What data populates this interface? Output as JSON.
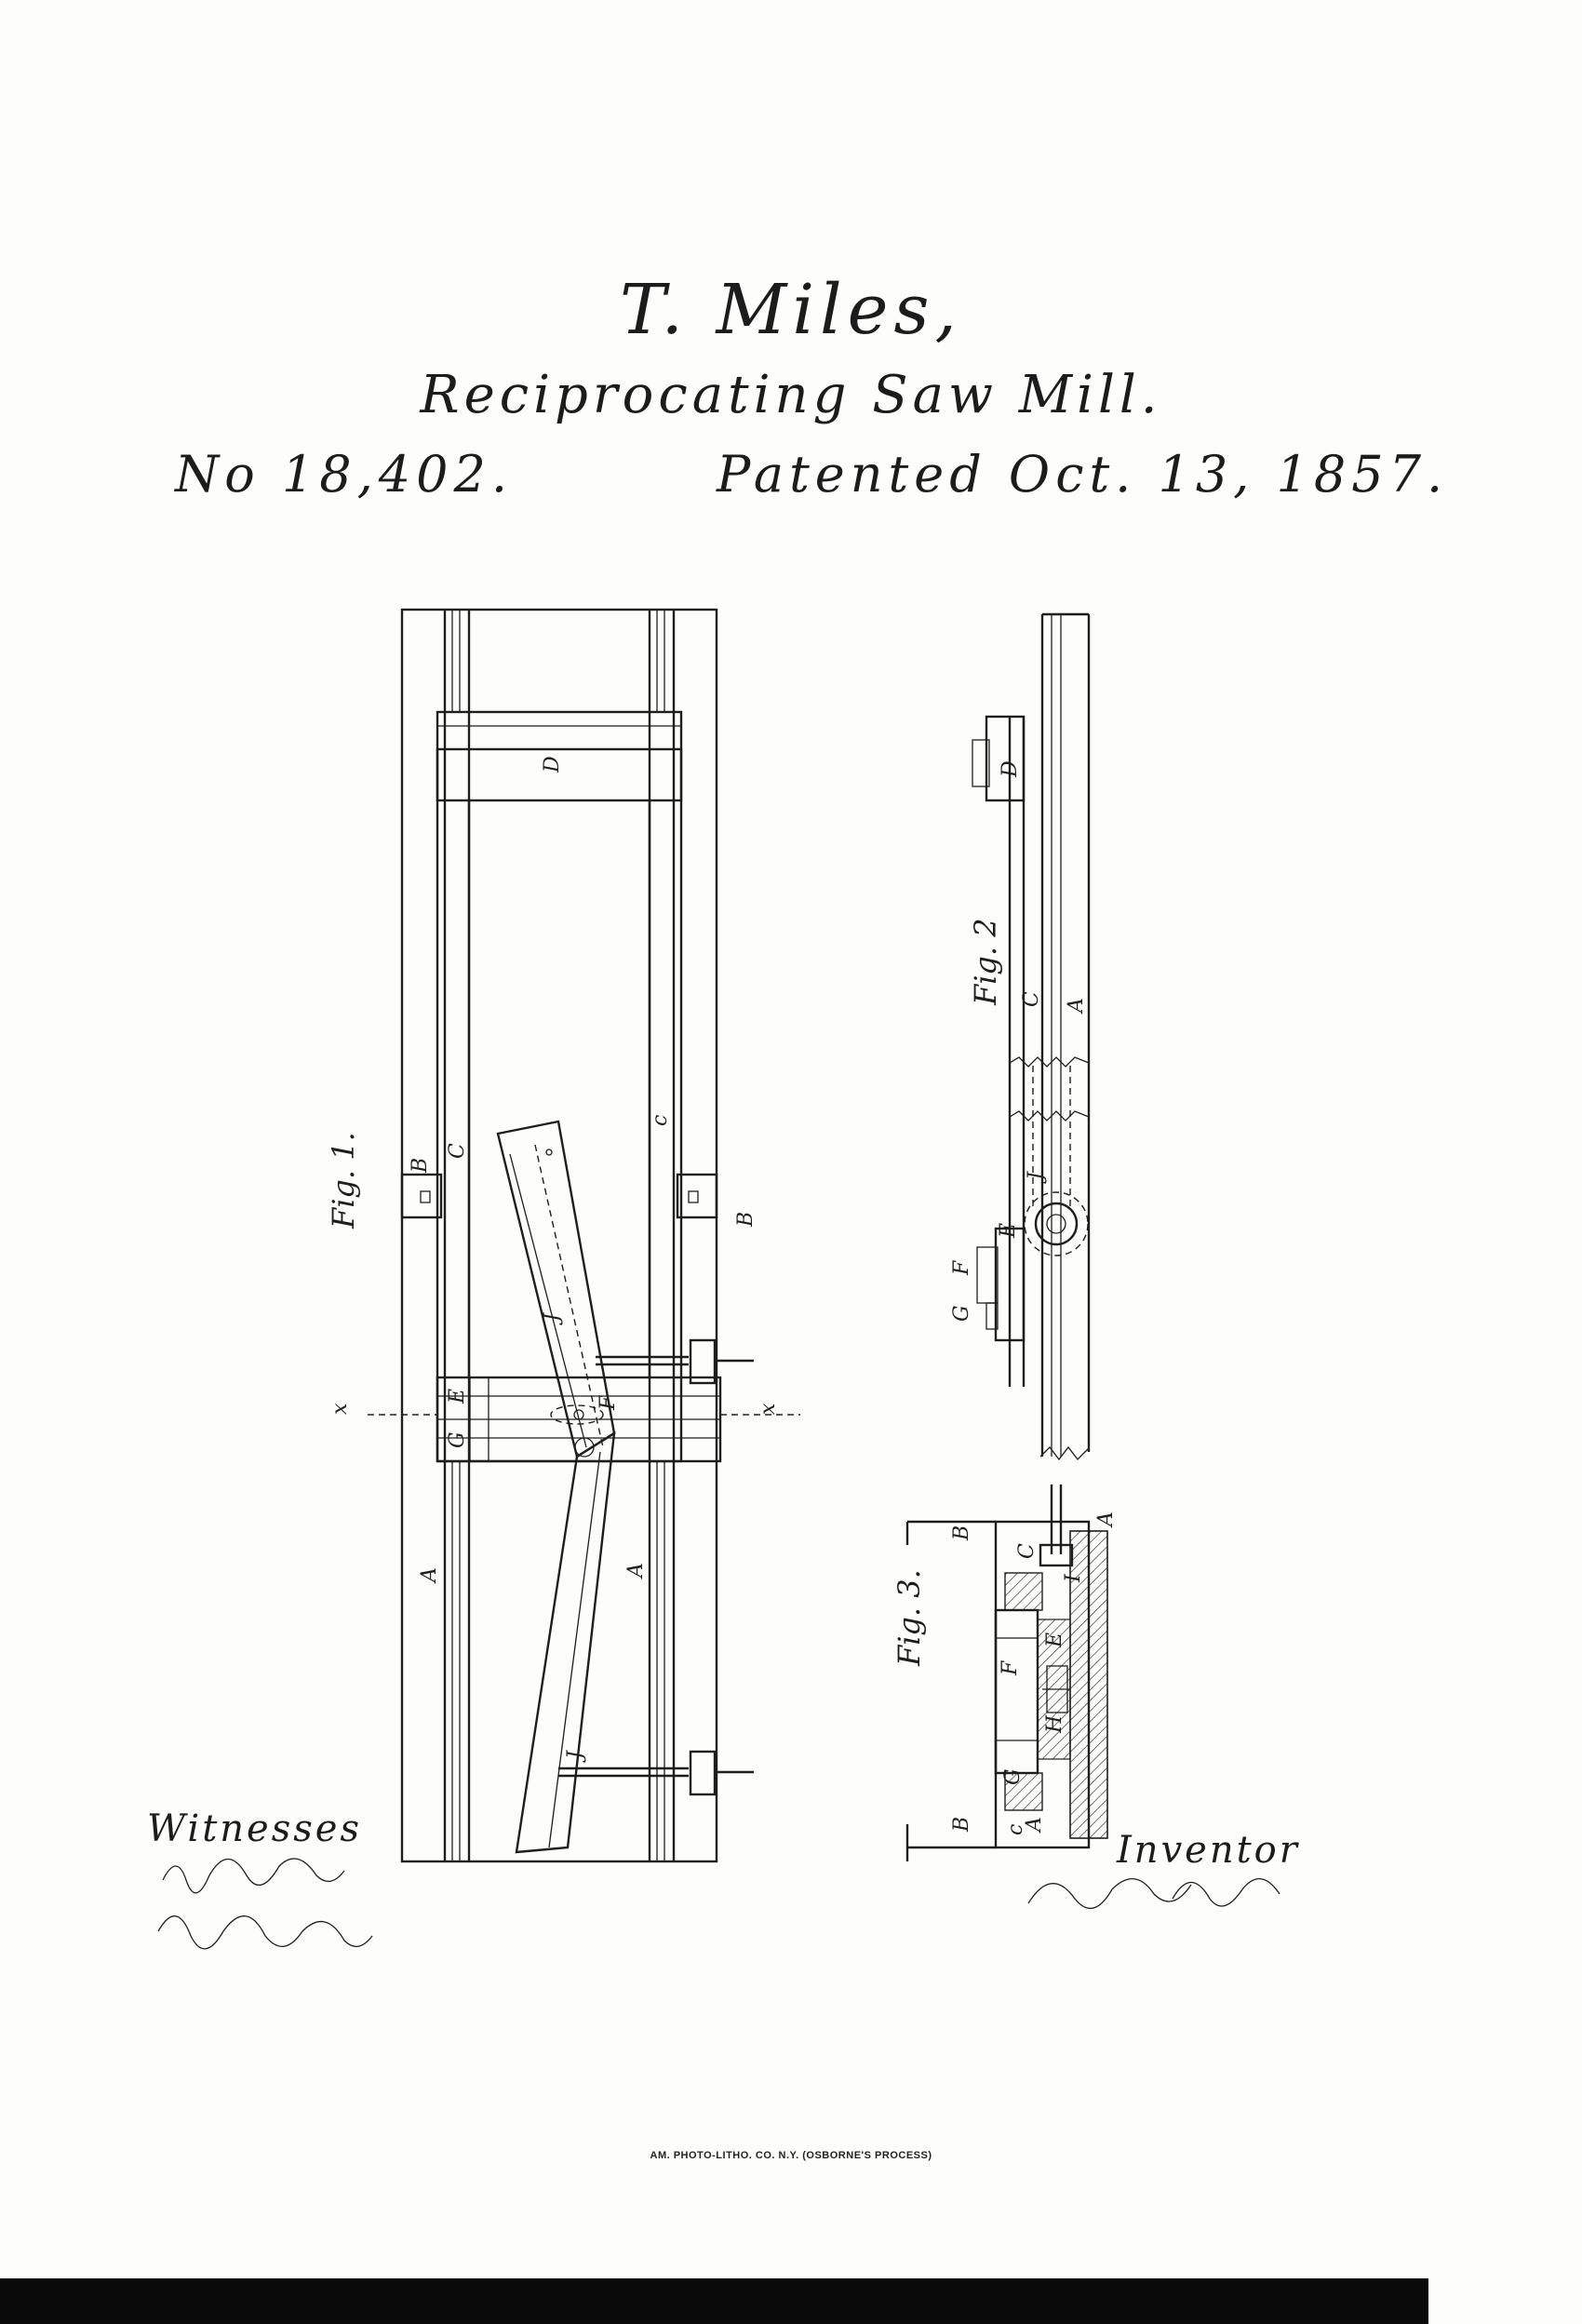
{
  "header": {
    "inventor_name": "T. Miles,",
    "subject": "Reciprocating Saw Mill.",
    "patent_number": "No 18,402.",
    "patent_date": "Patented Oct. 13, 1857."
  },
  "figures": {
    "fig1": {
      "title": "Fig. 1.",
      "labels": {
        "D": "D",
        "C": "C",
        "c": "c",
        "B_left": "B",
        "B_right": "B",
        "J_top": "J",
        "J_lower": "J",
        "E": "E",
        "F": "F",
        "G": "G",
        "A_left": "A",
        "A_right": "A",
        "x_left": "x",
        "x_right": "x"
      }
    },
    "fig2": {
      "title": "Fig. 2",
      "labels": {
        "D": "D",
        "C": "C",
        "A": "A",
        "J": "J",
        "E": "E",
        "F": "F",
        "G": "G"
      }
    },
    "fig3": {
      "title": "Fig. 3.",
      "labels": {
        "B_top": "B",
        "B_bottom": "B",
        "C_top": "C",
        "c_bottom": "c",
        "A_top": "A",
        "A_bottom": "A",
        "F": "F",
        "E": "E",
        "H": "H",
        "I": "I",
        "G": "G"
      }
    }
  },
  "witnesses": {
    "label": "Witnesses"
  },
  "inventor": {
    "label": "Inventor"
  },
  "footer": {
    "printer_credit": "AM. PHOTO-LITHO. CO. N.Y. (OSBORNE'S PROCESS)"
  }
}
